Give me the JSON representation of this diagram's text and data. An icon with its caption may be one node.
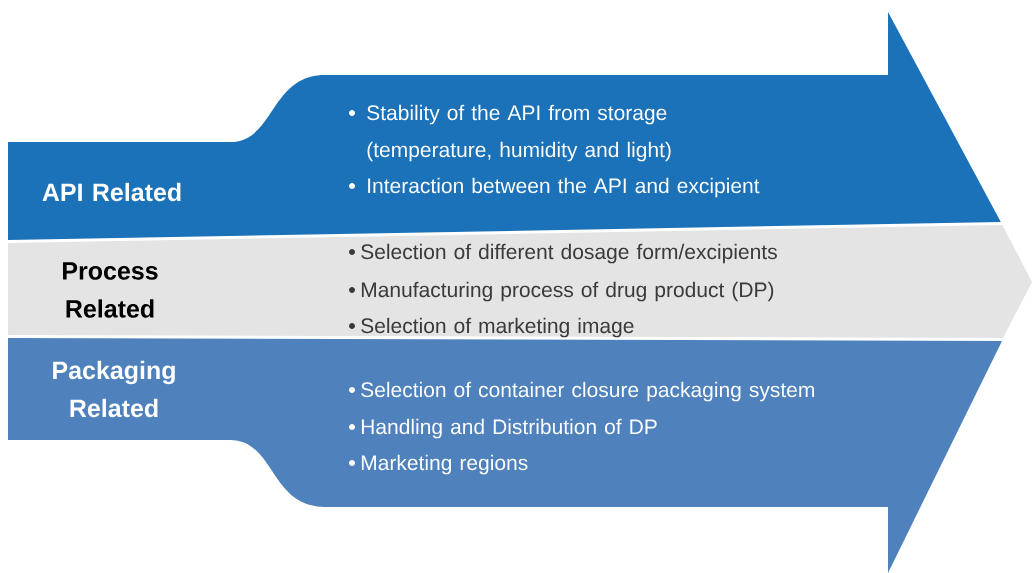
{
  "diagram": {
    "nodes": [
      {
        "text": [
          "API Related",
          "Stability of the API from storage (temperature, humidity and light)",
          "Interaction between the API and excipient"
        ]
      },
      {
        "text": [
          "Process Related",
          "Selection of different dosage form/excipients",
          "Manufacturing process of drug product (DP)",
          "Selection of marketing image"
        ]
      },
      {
        "text": [
          "Packaging Related",
          "Selection of container closure packaging system",
          "Handling and Distribution of DP",
          "Marketing regions"
        ]
      }
    ]
  }
}
